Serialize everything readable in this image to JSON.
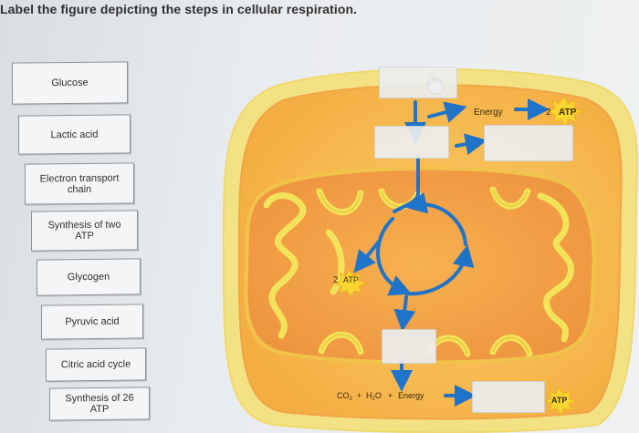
{
  "header": {
    "title": "Label the figure depicting the steps in cellular respiration."
  },
  "labels": [
    "Glucose",
    "Lactic acid",
    "Electron transport chain",
    "Synthesis of two ATP",
    "Glycogen",
    "Pyruvic acid",
    "Citric acid cycle",
    "Synthesis of 26 ATP"
  ],
  "figure": {
    "energy_top": "Energy",
    "two_top": "2",
    "atp_top": "ATP",
    "two_mid": "2",
    "atp_mid": "ATP",
    "co2": "CO",
    "co2_sub": "2",
    "plus1": "+",
    "h2o_h": "H",
    "h2o_sub": "2",
    "h2o_o": "O",
    "plus2": "+",
    "energy_bottom": "Energy",
    "atp_bottom": "ATP"
  },
  "colors": {
    "cell_outer": "#f6e48a",
    "cell_inner": "#f5b84a",
    "mito_outer": "#f0a24a",
    "cristae": "#f2e65a",
    "arrow_blue": "#1f73c8",
    "atp_burst": "#f7d631"
  }
}
